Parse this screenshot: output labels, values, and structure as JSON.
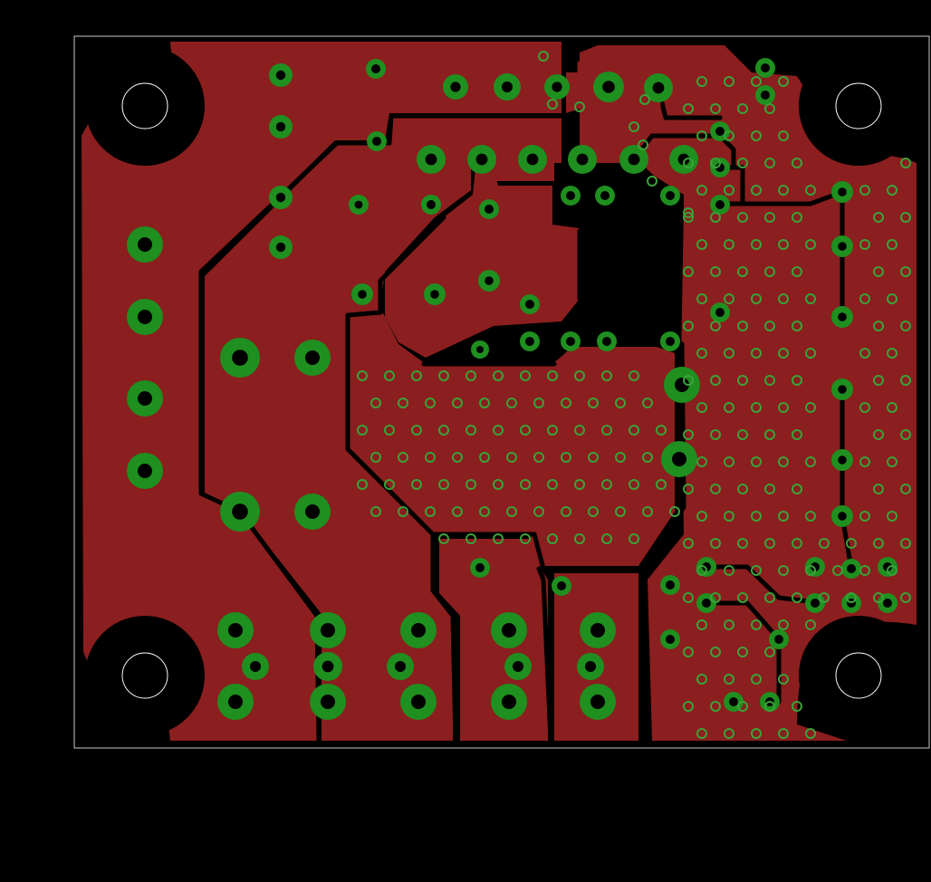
{
  "colors": {
    "background": "#000000",
    "copper": "#8b1e1e",
    "pad_ring": "#1f8f1f",
    "pad_light": "#3aa23a",
    "drill": "#000000",
    "outline": "#c8c8c8",
    "mount_hole_outline": "#ffffff"
  },
  "layer": "bottom-copper",
  "element_kinds": [
    "board-outline",
    "copper-pour",
    "signal-trace",
    "through-hole-pad",
    "via",
    "mounting-hole"
  ]
}
